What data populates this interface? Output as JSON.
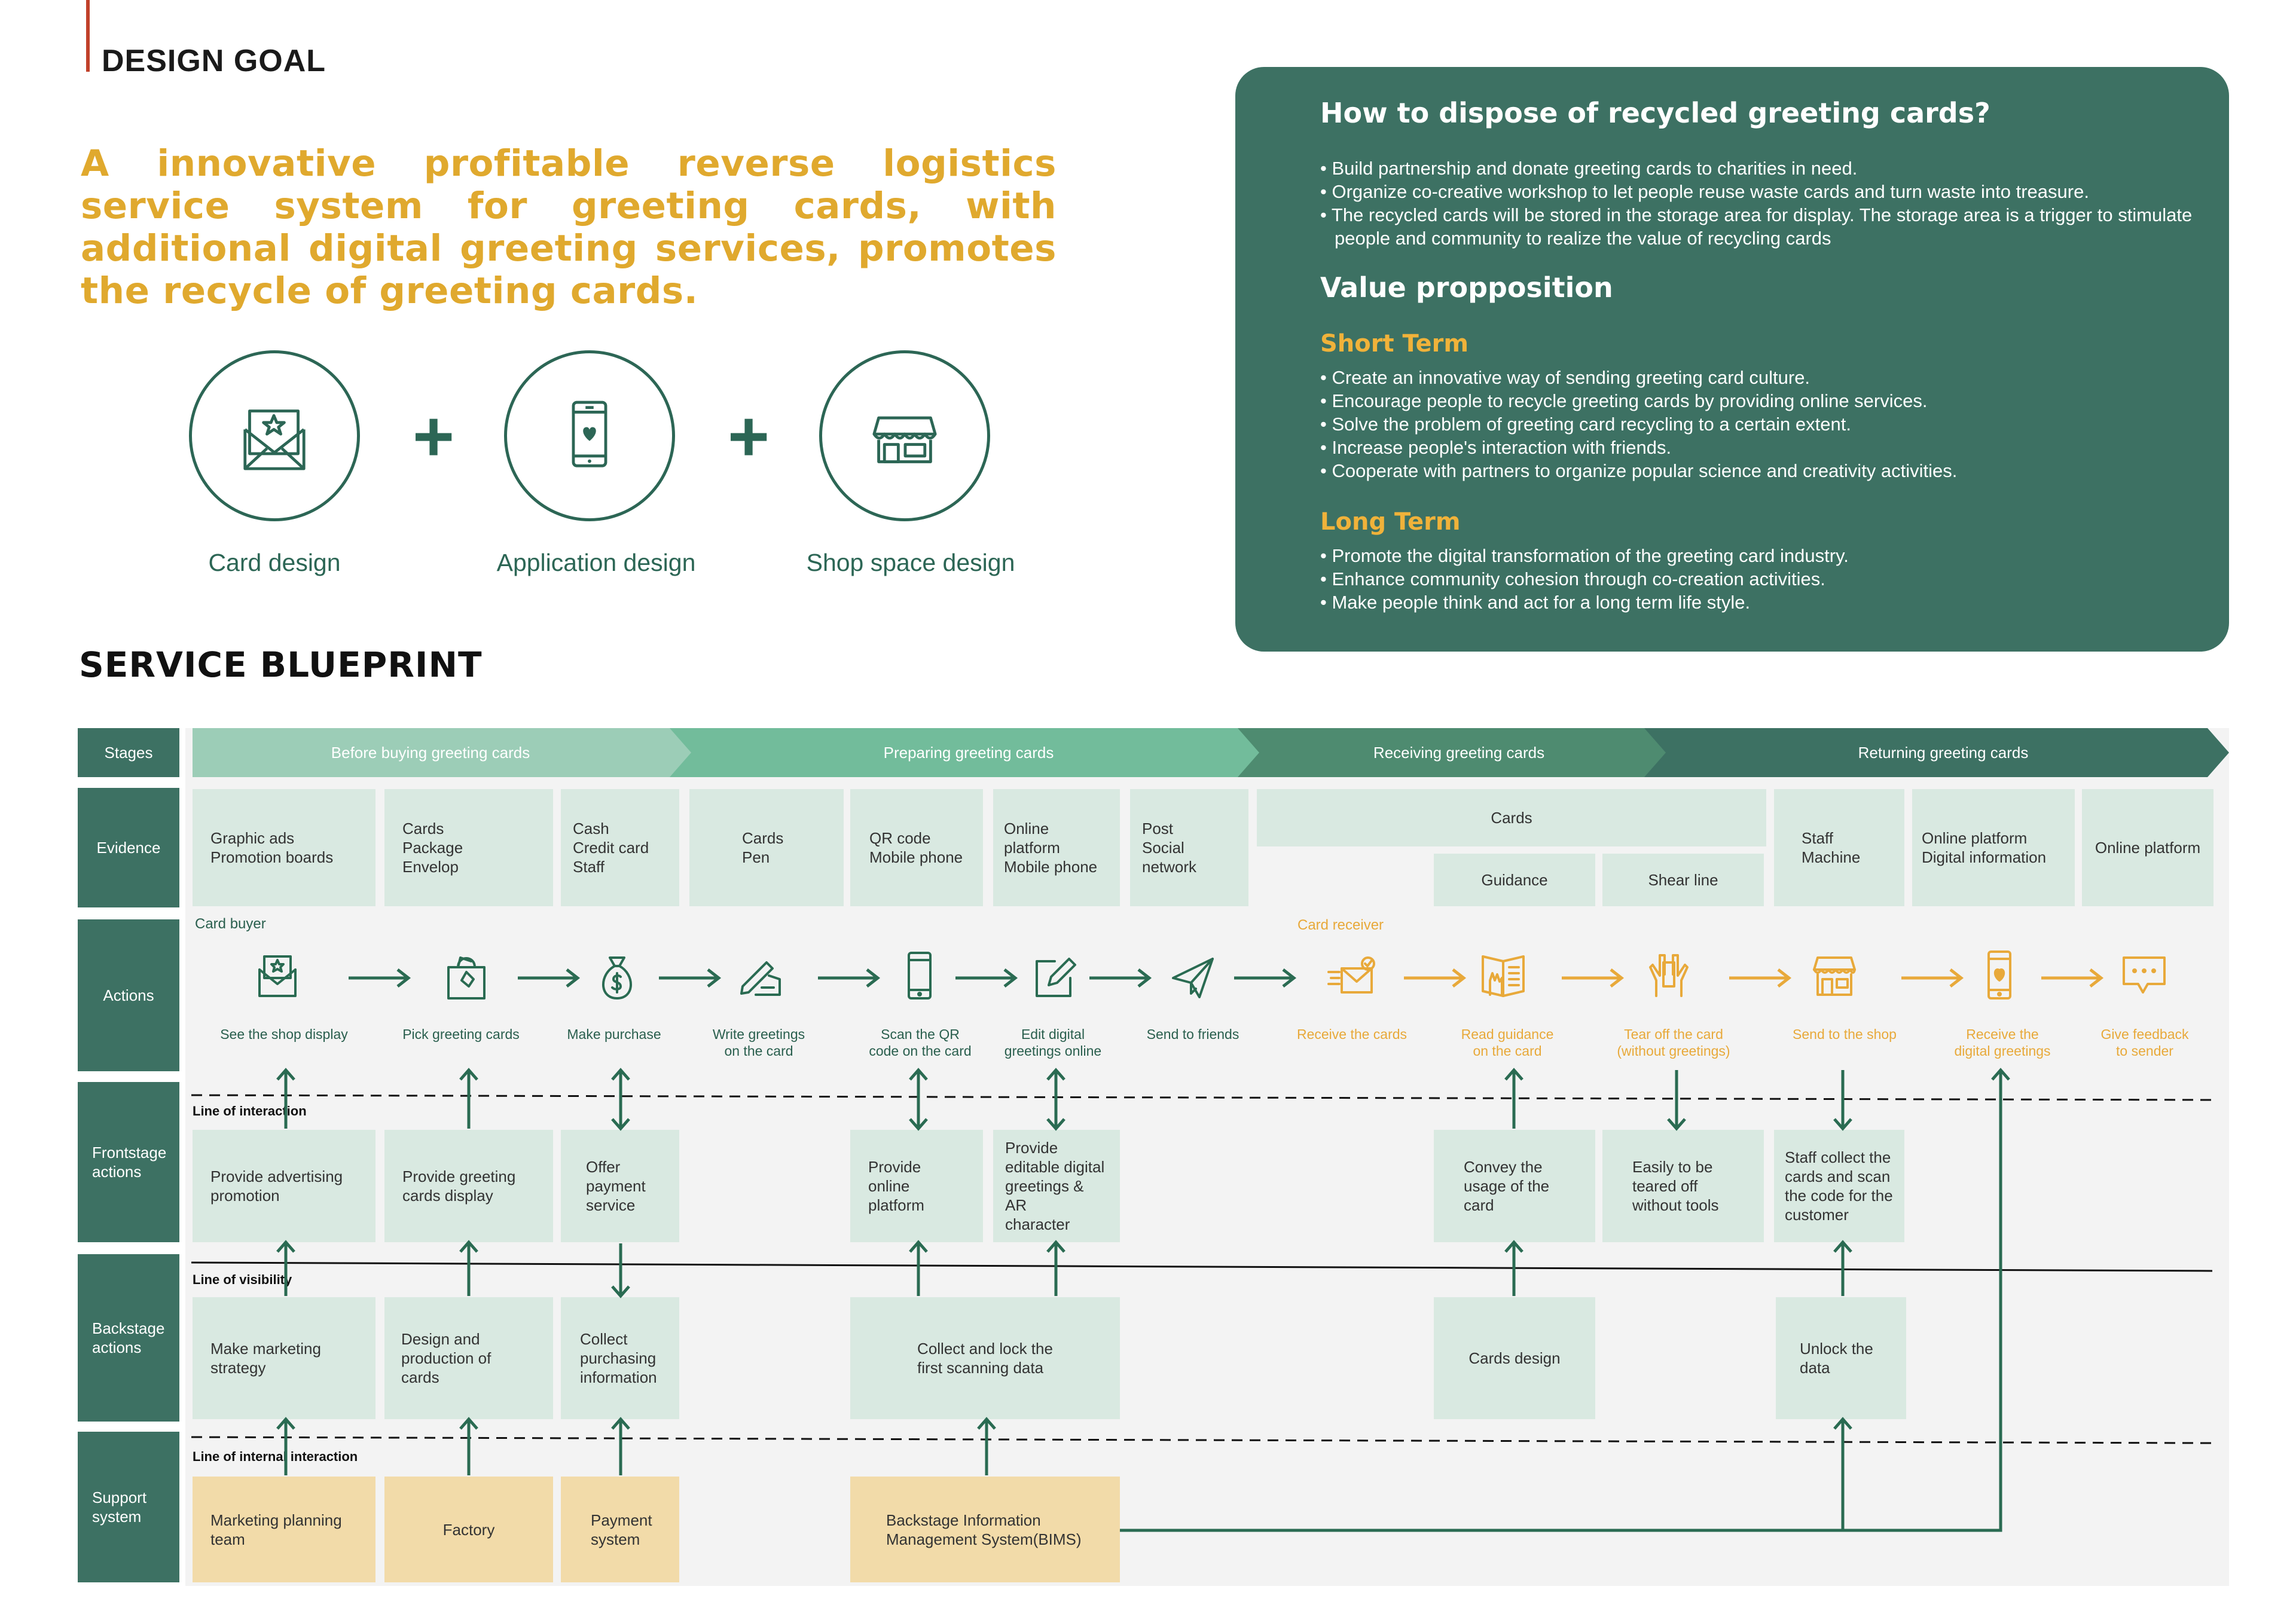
{
  "header": {
    "design_goal_title": "DESIGN GOAL",
    "goal_statement": "A innovative profitable reverse logistics service system for greeting cards, with additional digital greeting services, promotes the recycle of greeting cards."
  },
  "design_items": [
    {
      "label": "Card design",
      "icon": "envelope-star-icon"
    },
    {
      "label": "Application design",
      "icon": "phone-heart-icon"
    },
    {
      "label": "Shop space design",
      "icon": "shop-icon"
    }
  ],
  "plus_sign": "+",
  "panel": {
    "heading1": "How to dispose of recycled greeting cards?",
    "list1": [
      "• Build partnership and donate greeting cards to charities in need.",
      "• Organize co-creative workshop to let people reuse waste cards and turn waste into treasure.",
      "• The recycled cards will be stored in the storage area for display. The storage area is a trigger to stimulate people and community to realize the value of recycling cards"
    ],
    "heading2": "Value propposition",
    "short_term_title": "Short Term",
    "short_term": [
      "• Create an innovative way of sending greeting card culture.",
      "• Encourage people to recycle greeting cards by providing online services.",
      "• Solve the problem of greeting card recycling to a certain extent.",
      "• Increase people's interaction with friends.",
      "• Cooperate with partners to organize popular science and creativity activities."
    ],
    "long_term_title": "Long Term",
    "long_term": [
      "• Promote the digital transformation of the greeting card industry.",
      "• Enhance community cohesion through co-creation activities.",
      "• Make people think and act for a long term life style."
    ],
    "colors": {
      "panel_bg": "#3d7163",
      "accent": "#f0b23a"
    }
  },
  "blueprint": {
    "title": "SERVICE BLUEPRINT",
    "row_labels": {
      "stages": "Stages",
      "evidence": "Evidence",
      "actions": "Actions",
      "frontstage": "Frontstage actions",
      "backstage": "Backstage actions",
      "support": "Support system"
    },
    "stages": [
      "Before buying greeting cards",
      "Preparing greeting cards",
      "Receiving greeting cards",
      "Returning greeting cards"
    ],
    "evidence": [
      "Graphic ads\nPromotion boards",
      "Cards\nPackage\nEnvelop",
      "Cash\nCredit card\nStaff",
      "Cards\nPen",
      "QR code\nMobile phone",
      "Online platform\nMobile phone",
      "Post\nSocial network",
      "Cards",
      "Guidance",
      "Shear line",
      "Staff\nMachine",
      "Online platform\nDigital information",
      "Online platform"
    ],
    "roles": {
      "card_buyer": "Card buyer",
      "card_receiver": "Card receiver"
    },
    "actions": [
      {
        "label": "See the shop display",
        "icon": "envelope-star-icon"
      },
      {
        "label": "Pick greeting cards",
        "icon": "shopping-bag-icon"
      },
      {
        "label": "Make purchase",
        "icon": "money-bag-icon"
      },
      {
        "label": "Write greetings\non the card",
        "icon": "writing-hand-icon"
      },
      {
        "label": "Scan the QR\ncode on the card",
        "icon": "phone-icon"
      },
      {
        "label": "Edit digital\ngreetings online",
        "icon": "edit-icon"
      },
      {
        "label": "Send to friends",
        "icon": "paper-plane-icon"
      },
      {
        "label": "Receive the cards",
        "icon": "envelope-check-icon"
      },
      {
        "label": "Read guidance\non the card",
        "icon": "open-book-icon"
      },
      {
        "label": "Tear off the card\n(without greetings)",
        "icon": "tear-hands-icon"
      },
      {
        "label": "Send to the shop",
        "icon": "shop-icon"
      },
      {
        "label": "Receive the\ndigital greetings",
        "icon": "phone-heart-icon"
      },
      {
        "label": "Give feedback\nto sender",
        "icon": "chat-bubble-icon"
      }
    ],
    "lines": {
      "interaction": "Line of interaction",
      "visibility": "Line of visibility",
      "internal": "Line of internal interaction"
    },
    "frontstage": [
      "Provide advertising\npromotion",
      "Provide greeting\ncards display",
      "Offer\npayment\nservice",
      "Provide online\nplatform",
      "Provide\neditable digital\ngreetings & AR\ncharacter",
      "Convey the\nusage of the\ncard",
      "Easily to be\nteared off\nwithout tools",
      "Staff collect the\ncards and scan\nthe code for the\ncustomer"
    ],
    "backstage": [
      "Make marketing\nstrategy",
      "Design and\nproduction of\ncards",
      "Collect\npurchasing\ninformation",
      "Collect and lock the\nfirst scanning data",
      "Cards design",
      "Unlock the\ndata"
    ],
    "support": [
      "Marketing planning\nteam",
      "Factory",
      "Payment\nsystem",
      "Backstage Information\nManagement System(BIMS)"
    ],
    "colors": {
      "stage1": "#9ccdb7",
      "stage2": "#72bc9b",
      "stage3": "#4e8b70",
      "stage4": "#3d7163",
      "cell": "#d9e9e1",
      "support_cell": "#f2dba9",
      "green_line": "#2a6b52",
      "orange": "#e8a93a"
    }
  }
}
